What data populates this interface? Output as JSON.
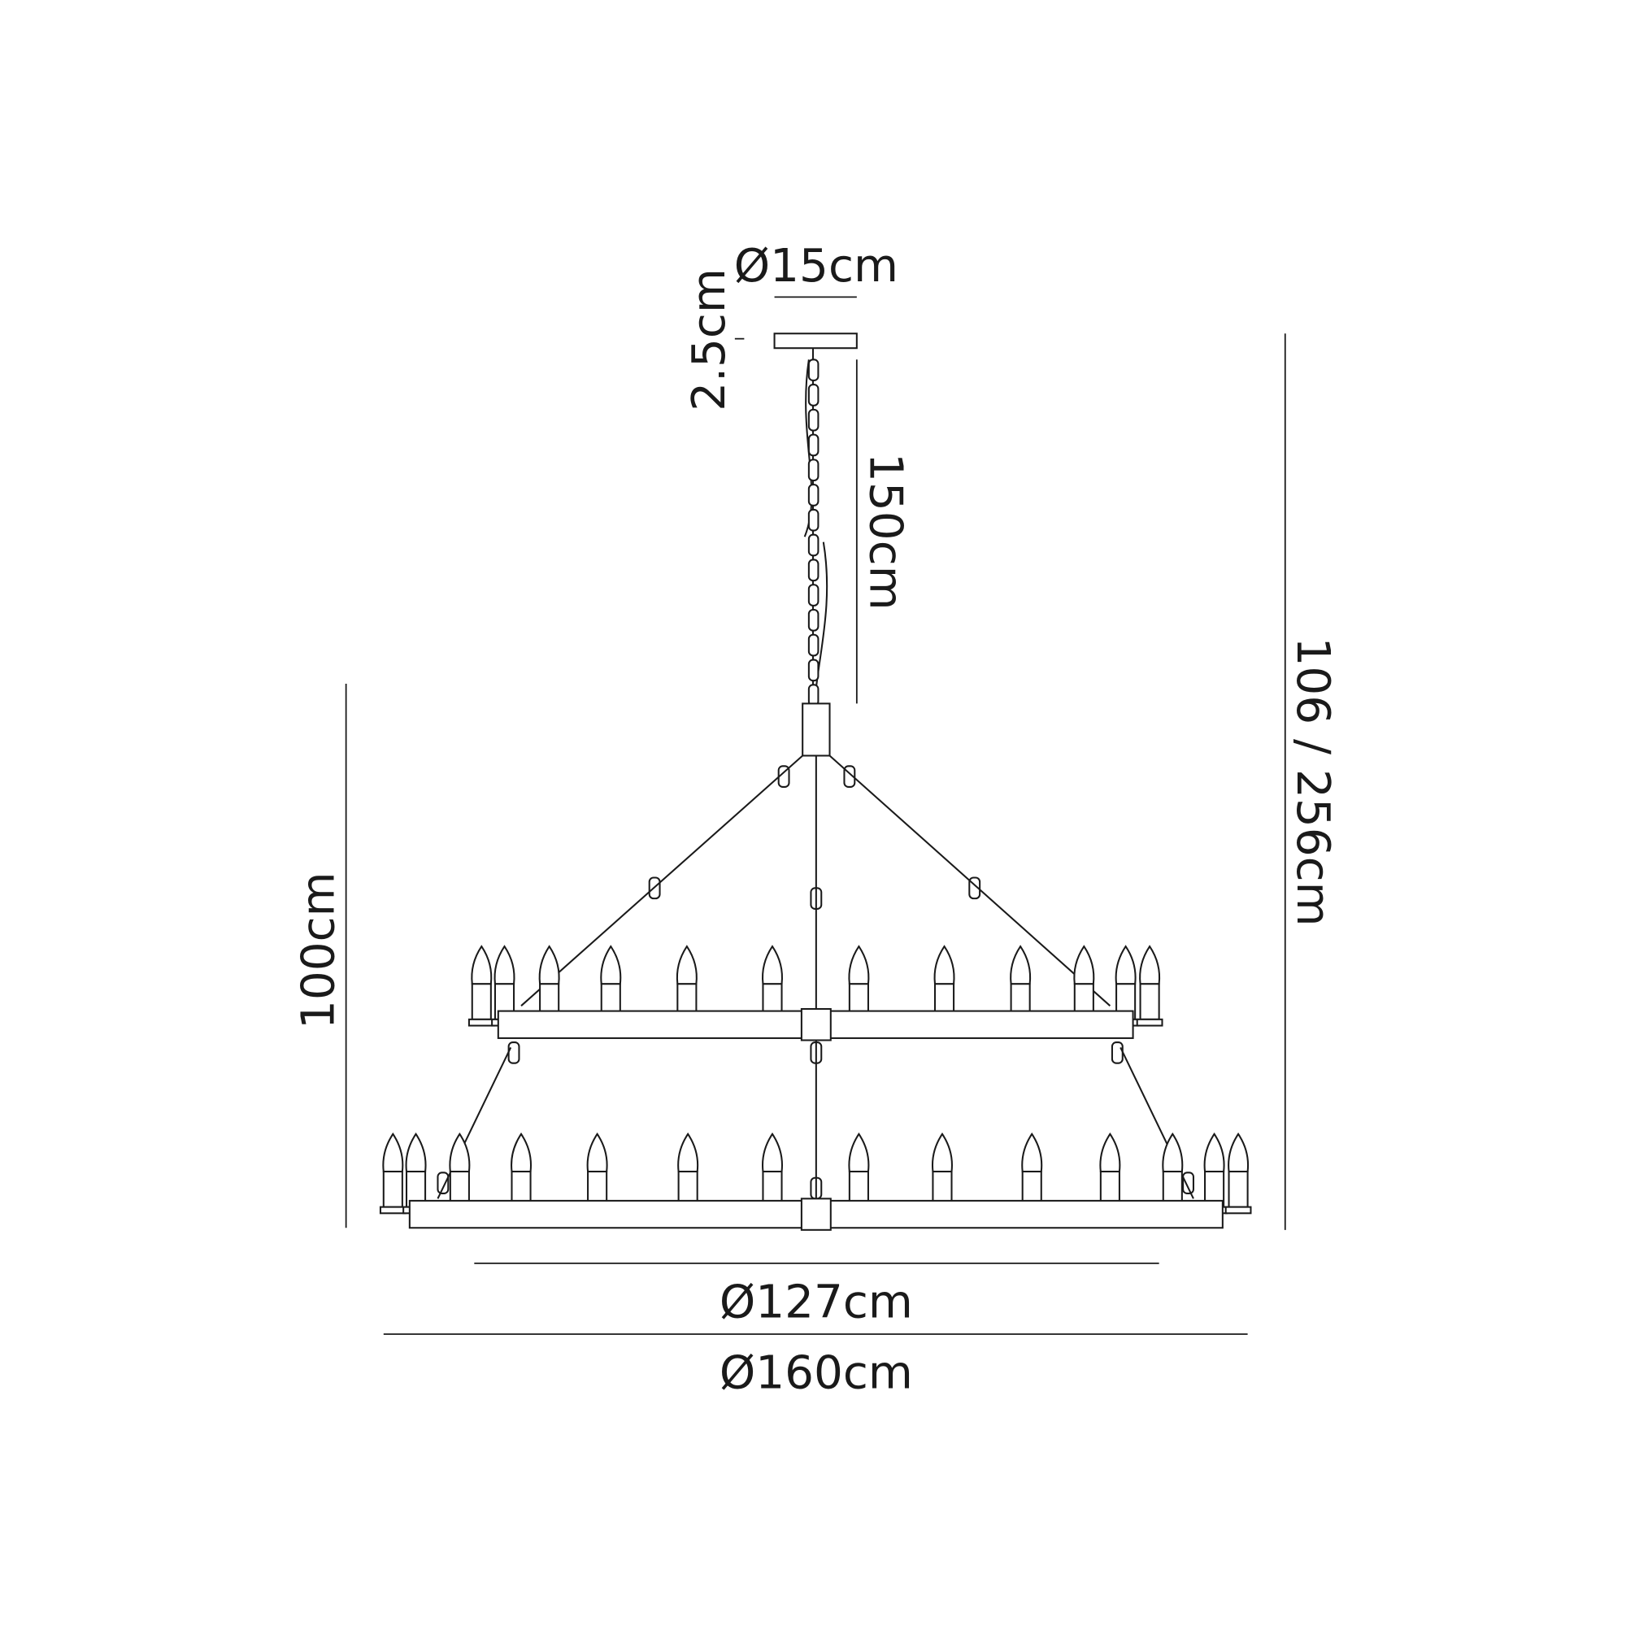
{
  "dimensions": {
    "canopy_diameter": "Ø15cm",
    "canopy_height": "2.5cm",
    "chain_length": "150cm",
    "total_height": "106 / 256cm",
    "body_height": "100cm",
    "upper_tier_diameter": "Ø127cm",
    "lower_tier_diameter": "Ø160cm"
  },
  "colors": {
    "line": "#1a1a1a",
    "background": "#ffffff"
  }
}
